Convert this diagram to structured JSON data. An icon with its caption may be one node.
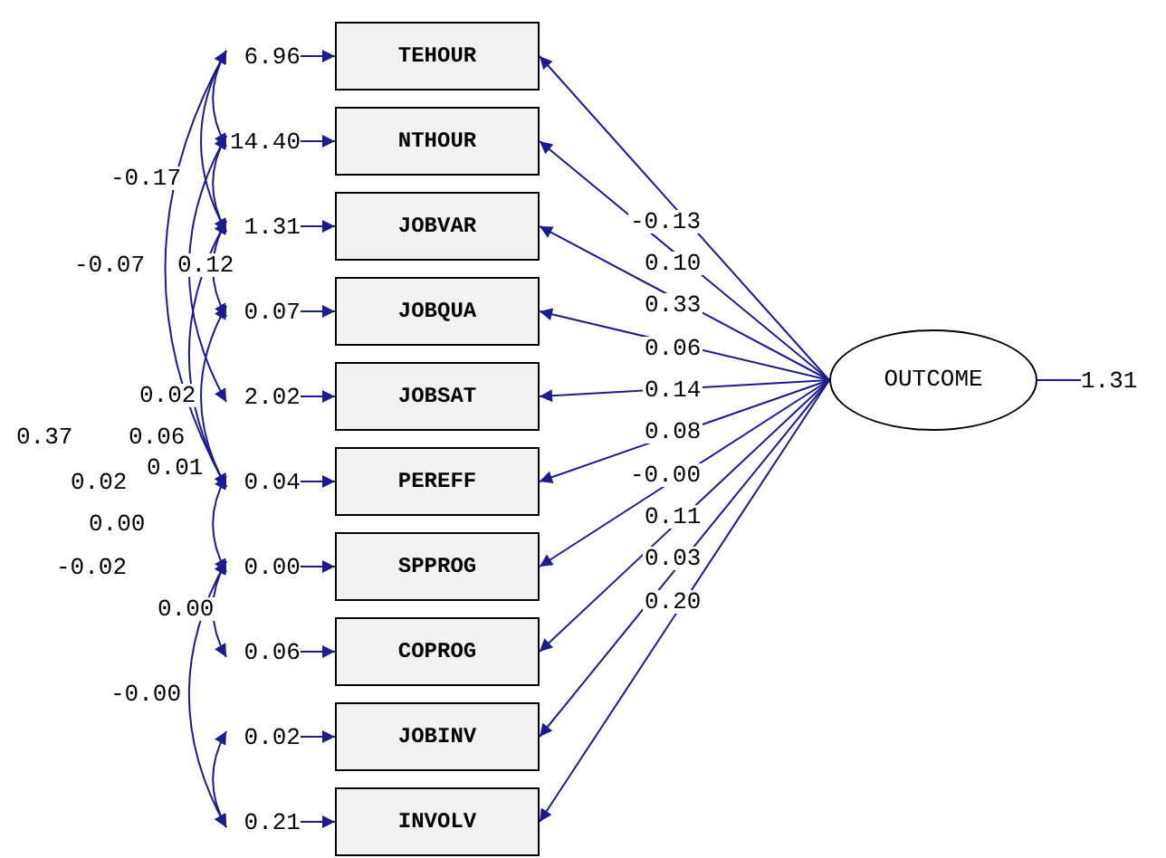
{
  "diagram": {
    "nodes": [
      {
        "text": [
          "TEHOUR"
        ]
      },
      {
        "text": [
          "NTHOUR"
        ]
      },
      {
        "text": [
          "JOBVAR"
        ]
      },
      {
        "text": [
          "JOBQUA"
        ]
      },
      {
        "text": [
          "JOBSAT"
        ]
      },
      {
        "text": [
          "PEREFF"
        ]
      },
      {
        "text": [
          "SPPROG"
        ]
      },
      {
        "text": [
          "COPROG"
        ]
      },
      {
        "text": [
          "JOBINV"
        ]
      },
      {
        "text": [
          "INVOLV"
        ]
      },
      {
        "text": [
          "OUTCOME"
        ]
      },
      {
        "text": [
          "6.96"
        ]
      },
      {
        "text": [
          "14.40"
        ]
      },
      {
        "text": [
          "1.31"
        ]
      },
      {
        "text": [
          "0.07"
        ]
      },
      {
        "text": [
          "2.02"
        ]
      },
      {
        "text": [
          "0.04"
        ]
      },
      {
        "text": [
          "0.00"
        ]
      },
      {
        "text": [
          "0.06"
        ]
      },
      {
        "text": [
          "0.02"
        ]
      },
      {
        "text": [
          "0.21"
        ]
      },
      {
        "text": [
          "1.31"
        ]
      }
    ],
    "edges": [
      {
        "from": 10,
        "to": 0,
        "arrow": "to",
        "label": "-0.13"
      },
      {
        "from": 10,
        "to": 1,
        "arrow": "to",
        "label": "0.10"
      },
      {
        "from": 10,
        "to": 2,
        "arrow": "to",
        "label": "0.33"
      },
      {
        "from": 10,
        "to": 3,
        "arrow": "to",
        "label": "0.06"
      },
      {
        "from": 10,
        "to": 4,
        "arrow": "to",
        "label": "0.14"
      },
      {
        "from": 10,
        "to": 5,
        "arrow": "to",
        "label": "0.08"
      },
      {
        "from": 10,
        "to": 6,
        "arrow": "to",
        "label": "-0.00"
      },
      {
        "from": 10,
        "to": 7,
        "arrow": "to",
        "label": "0.11"
      },
      {
        "from": 10,
        "to": 8,
        "arrow": "to",
        "label": "0.03"
      },
      {
        "from": 10,
        "to": 9,
        "arrow": "to",
        "label": "0.20"
      },
      {
        "from": 11,
        "to": 0,
        "arrow": "to"
      },
      {
        "from": 12,
        "to": 1,
        "arrow": "to"
      },
      {
        "from": 13,
        "to": 2,
        "arrow": "to"
      },
      {
        "from": 14,
        "to": 3,
        "arrow": "to"
      },
      {
        "from": 15,
        "to": 4,
        "arrow": "to"
      },
      {
        "from": 16,
        "to": 5,
        "arrow": "to"
      },
      {
        "from": 17,
        "to": 6,
        "arrow": "to"
      },
      {
        "from": 18,
        "to": 7,
        "arrow": "to"
      },
      {
        "from": 19,
        "to": 8,
        "arrow": "to"
      },
      {
        "from": 20,
        "to": 9,
        "arrow": "to"
      },
      {
        "from": 10,
        "to": 21,
        "arrow": "none"
      },
      {
        "from": 11,
        "to": 12,
        "arrow": "both"
      },
      {
        "from": 11,
        "to": 13,
        "arrow": "both"
      },
      {
        "from": 11,
        "to": 16,
        "arrow": "both"
      },
      {
        "from": 12,
        "to": 13,
        "arrow": "both"
      },
      {
        "from": 12,
        "to": 15,
        "arrow": "both"
      },
      {
        "from": 13,
        "to": 14,
        "arrow": "both"
      },
      {
        "from": 13,
        "to": 16,
        "arrow": "both"
      },
      {
        "from": 14,
        "to": 16,
        "arrow": "both"
      },
      {
        "from": 16,
        "to": 17,
        "arrow": "both"
      },
      {
        "from": 17,
        "to": 18,
        "arrow": "both"
      },
      {
        "from": 17,
        "to": 20,
        "arrow": "both"
      },
      {
        "from": 19,
        "to": 20,
        "arrow": "both"
      }
    ],
    "labels": [
      "-0.17",
      "-0.07",
      "0.12",
      "0.02",
      "0.37",
      "0.06",
      "0.02",
      "0.01",
      "0.00",
      "-0.02",
      "0.00",
      "-0.00"
    ]
  }
}
